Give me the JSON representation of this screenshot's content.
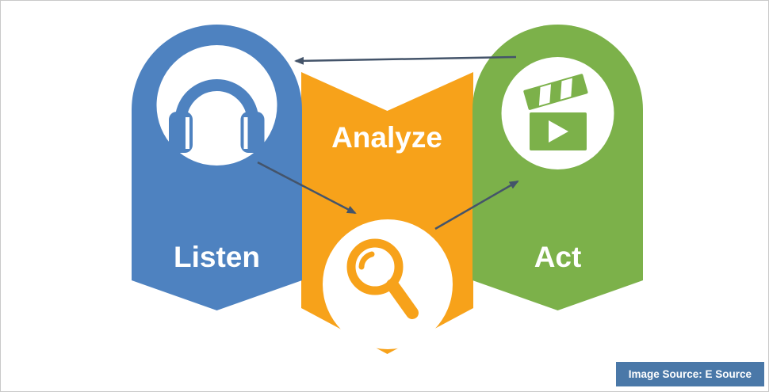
{
  "diagram": {
    "steps": [
      {
        "label": "Listen",
        "icon": "headphones-icon",
        "color": "#4e82c0"
      },
      {
        "label": "Analyze",
        "icon": "magnifying-glass-icon",
        "color": "#f7a21a"
      },
      {
        "label": "Act",
        "icon": "clapperboard-icon",
        "color": "#7cb14a"
      }
    ],
    "arrows": [
      {
        "from": "Act",
        "to": "Listen"
      },
      {
        "from": "Listen",
        "to": "Analyze"
      },
      {
        "from": "Analyze",
        "to": "Act"
      }
    ]
  },
  "colors": {
    "blue": "#4e82c0",
    "orange": "#f7a21a",
    "green": "#7cb14a",
    "arrow": "#44546a",
    "white": "#ffffff",
    "caption_background": "#4a78a8",
    "canvas_border": "#c9c9c9"
  },
  "caption": {
    "text": "Image Source: E Source"
  }
}
